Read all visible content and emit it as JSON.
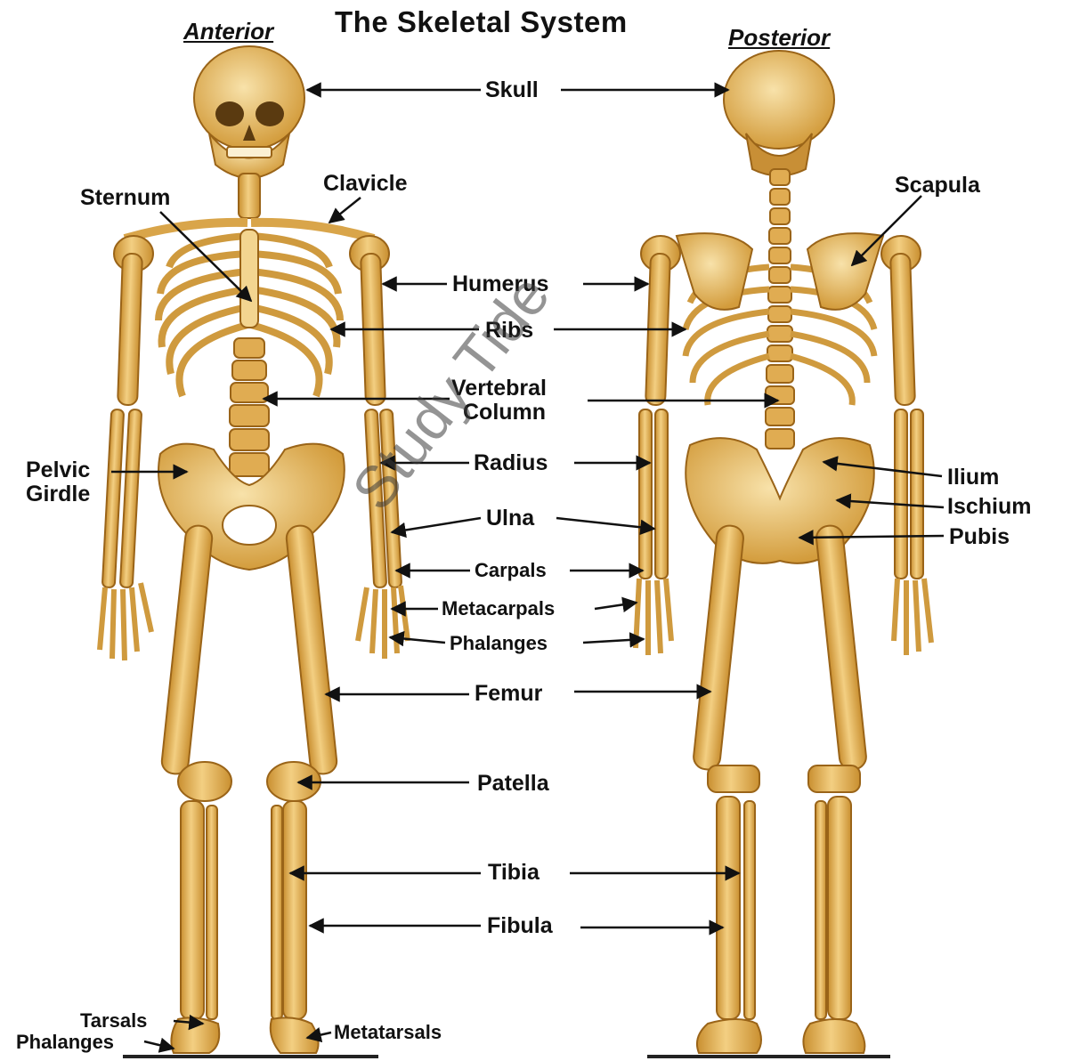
{
  "title": "The Skeletal System",
  "views": {
    "anterior": "Anterior",
    "posterior": "Posterior"
  },
  "labels": {
    "skull": "Skull",
    "clavicle": "Clavicle",
    "sternum": "Sternum",
    "scapula": "Scapula",
    "humerus": "Humerus",
    "ribs": "Ribs",
    "vertebral": "Vertebral",
    "column": "Column",
    "pelvic": "Pelvic",
    "girdle": "Girdle",
    "radius": "Radius",
    "ilium": "Ilium",
    "ischium": "Ischium",
    "pubis": "Pubis",
    "ulna": "Ulna",
    "carpals": "Carpals",
    "metacarpals": "Metacarpals",
    "phalanges_hand": "Phalanges",
    "femur": "Femur",
    "patella": "Patella",
    "tibia": "Tibia",
    "fibula": "Fibula",
    "tarsals": "Tarsals",
    "phalanges_foot": "Phalanges",
    "metatarsals": "Metatarsals"
  },
  "watermark": "Study Tide",
  "colors": {
    "bone": "#e8b454",
    "bone_light": "#f6dc9c",
    "bone_dark": "#b57a22",
    "ink": "#111111"
  }
}
